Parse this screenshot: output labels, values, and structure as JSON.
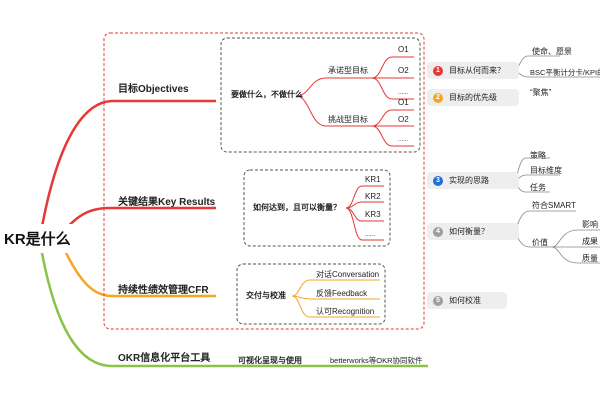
{
  "root": {
    "label": "KR是什么"
  },
  "branches": [
    {
      "id": "b1",
      "label": "目标Objectives",
      "color": "#e53935"
    },
    {
      "id": "b2",
      "label": "关键结果Key Results",
      "color": "#e53935"
    },
    {
      "id": "b3",
      "label": "持续性绩效管理CFR",
      "color": "#f5a623"
    },
    {
      "id": "b4",
      "label": "OKR信息化平台工具",
      "color": "#8bc34a"
    }
  ],
  "objectives": {
    "question": "要做什么，不做什么",
    "committed": {
      "label": "承诺型目标",
      "items": [
        "O1",
        "O2",
        "......"
      ]
    },
    "aspirational": {
      "label": "挑战型目标",
      "items": [
        "O1",
        "O2",
        "......"
      ]
    }
  },
  "key_results": {
    "question": "如何达到，且可以衡量？",
    "items": [
      "KR1",
      "KR2",
      "KR3",
      "......"
    ]
  },
  "cfr": {
    "label": "交付与校准",
    "items": [
      "对话Conversation",
      "反馈Feedback",
      "认可Recognition"
    ]
  },
  "tools": {
    "label": "可视化呈现与使用",
    "item": "betterworks等OKR协同软件"
  },
  "notes": [
    {
      "id": "n1",
      "badge": "1",
      "badge_color": "#e53935",
      "label": "目标从何而来？",
      "children": [
        "使命、愿景",
        "BSC平衡计分卡/KPI的"
      ]
    },
    {
      "id": "n2",
      "badge": "2",
      "badge_color": "#f5a623",
      "label": "目标的优先级",
      "children": [
        "“聚焦”"
      ]
    },
    {
      "id": "n3",
      "badge": "3",
      "badge_color": "#1e6fd9",
      "label": "实现的思路",
      "children": [
        "策略",
        "目标维度",
        "任务"
      ]
    },
    {
      "id": "n4",
      "badge": "4",
      "badge_color": "#9e9e9e",
      "label": "如何衡量？",
      "children": [
        "符合SMART",
        "价值"
      ],
      "sub": [
        "影响",
        "成果",
        "质量"
      ]
    },
    {
      "id": "n5",
      "badge": "5",
      "badge_color": "#9e9e9e",
      "label": "如何校准",
      "children": []
    }
  ]
}
